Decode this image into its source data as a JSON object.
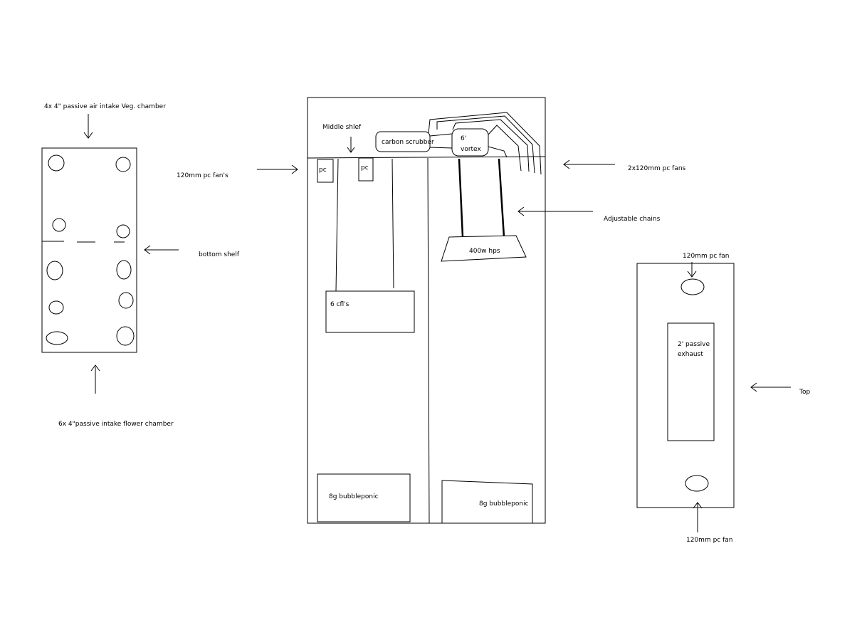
{
  "labels": {
    "veg_intake": "4x 4\" passive air intake Veg. chamber",
    "flower_intake": "6x 4\"passive intake flower chamber",
    "bottom_shelf": "bottom shelf",
    "pc_fans_left": "120mm pc fan's",
    "middle_shelf": "Middle shlef",
    "pc_box_1": "pc",
    "pc_box_2": "pc",
    "carbon_scrubber": "carbon scrubber",
    "vortex_line1": "6'",
    "vortex_line2": "vortex",
    "two_pc_fans": "2x120mm pc fans",
    "adjustable_chains": "Adjustable chains",
    "hps": "400w hps",
    "cfls": "6 cfl's",
    "bubbleponic_left": "8g bubbleponic",
    "bubbleponic_right": "8g bubbleponic",
    "top_fan_top": "120mm pc fan",
    "passive_exhaust_line1": "2' passive",
    "passive_exhaust_line2": "exhaust",
    "top_view": "Top",
    "top_fan_bottom": "120mm pc fan"
  }
}
